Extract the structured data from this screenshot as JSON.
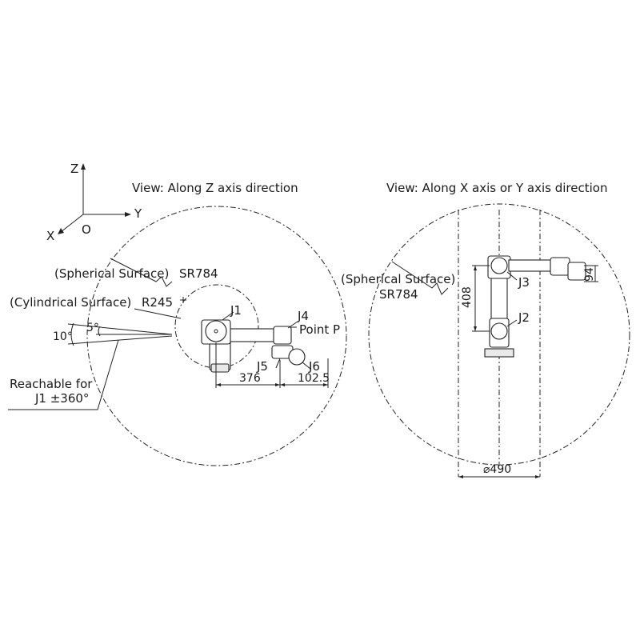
{
  "axes": {
    "z": "Z",
    "y": "Y",
    "x": "X",
    "origin": "O"
  },
  "left_view": {
    "title": "View: Along Z axis direction",
    "spherical_label": "(Spherical Surface)",
    "spherical_value": "SR784",
    "cylindrical_label": "(Cylindrical Surface)",
    "cylindrical_value": "R245",
    "angle_10": "10°",
    "angle_5": "5°",
    "reach_line1": "Reachable for",
    "reach_line2": "J1 ±360°",
    "j1": "J1",
    "j4": "J4",
    "point_p": "Point P",
    "j5": "J5",
    "j6": "J6",
    "dim_376": "376",
    "dim_102": "102.5"
  },
  "right_view": {
    "title": "View: Along X axis or Y axis direction",
    "spherical_label": "(Spherical Surface)",
    "spherical_value": "SR784",
    "j3": "J3",
    "j2": "J2",
    "dim_408": "408",
    "dim_94": "94",
    "dim_490": "⌀490"
  },
  "colors": {
    "line": "#222222",
    "fill": "#ffffff",
    "shade": "#e9e9e9"
  }
}
